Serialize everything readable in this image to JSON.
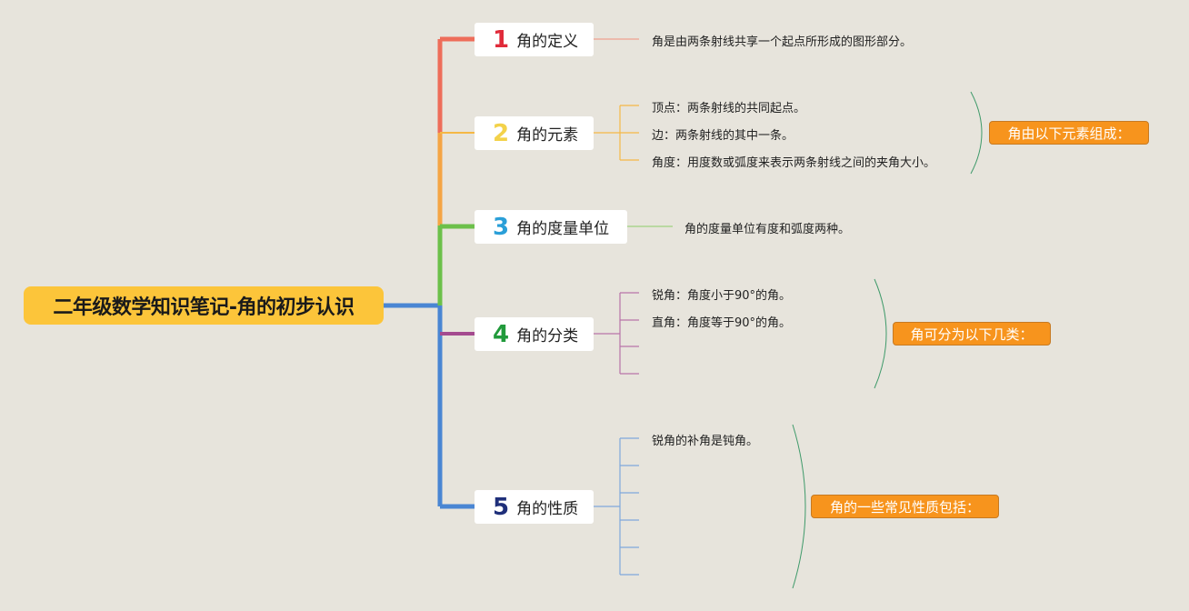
{
  "root": {
    "title": "二年级数学知识笔记-角的初步认识"
  },
  "branches": [
    {
      "num": "1",
      "label": "角的定义",
      "color": "#ee6d5a",
      "leaves": [
        "角是由两条射线共享一个起点所形成的图形部分。"
      ]
    },
    {
      "num": "2",
      "label": "角的元素",
      "color": "#f5b845",
      "leaves": [
        "顶点：两条射线的共同起点。",
        "边：两条射线的其中一条。",
        "角度：用度数或弧度来表示两条射线之间的夹角大小。"
      ],
      "summary": "角由以下元素组成："
    },
    {
      "num": "3",
      "label": "角的度量单位",
      "color": "#6cc04a",
      "leaves": [
        "角的度量单位有度和弧度两种。"
      ]
    },
    {
      "num": "4",
      "label": "角的分类",
      "color": "#a44a8f",
      "leaves": [
        "锐角：角度小于90°的角。",
        "直角：角度等于90°的角。"
      ],
      "summary": "角可分为以下几类："
    },
    {
      "num": "5",
      "label": "角的性质",
      "color": "#4a86d3",
      "leaves": [
        "锐角的补角是钝角。"
      ],
      "summary": "角的一些常见性质包括："
    }
  ],
  "num_colors": [
    "#e02b3a",
    "#f3d24a",
    "#2a9fd8",
    "#219a3b",
    "#1f2f7a"
  ]
}
